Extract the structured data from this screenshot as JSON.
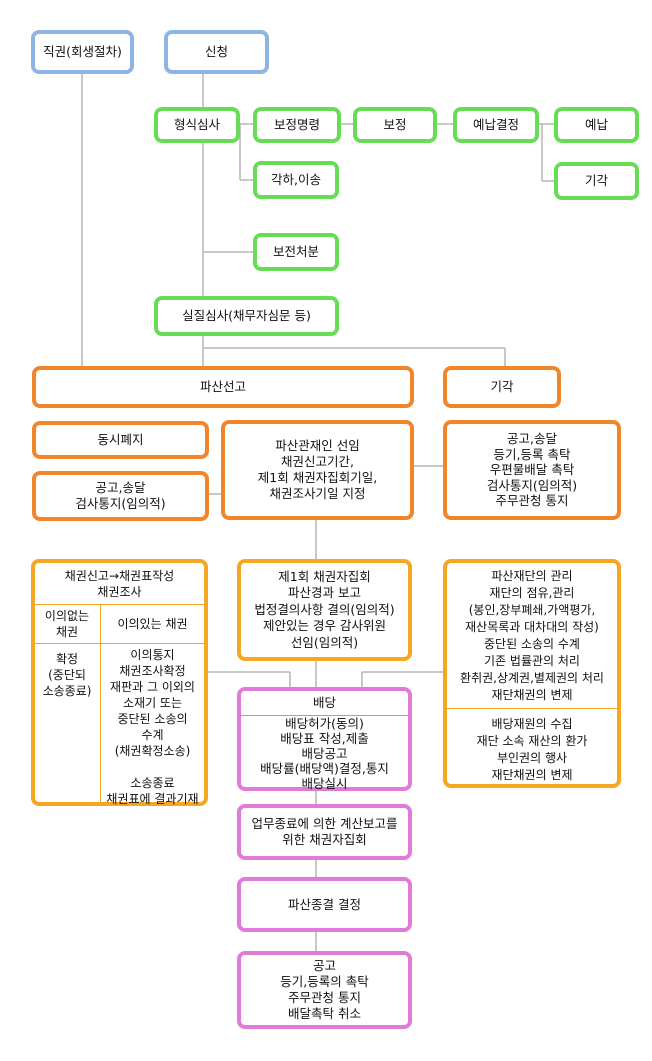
{
  "nodes": {
    "direct": {
      "lines": [
        "직권(회생절차)"
      ]
    },
    "apply": {
      "lines": [
        "신청"
      ]
    },
    "formal_review": {
      "lines": [
        "형식심사"
      ]
    },
    "correction_order": {
      "lines": [
        "보정명령"
      ]
    },
    "correction": {
      "lines": [
        "보정"
      ]
    },
    "deposit_decision": {
      "lines": [
        "예납결정"
      ]
    },
    "deposit": {
      "lines": [
        "예납"
      ]
    },
    "dismiss_transfer": {
      "lines": [
        "각하,이송"
      ]
    },
    "rejection_top": {
      "lines": [
        "기각"
      ]
    },
    "preservation": {
      "lines": [
        "보전처분"
      ]
    },
    "substantive_review": {
      "lines": [
        "실질심사(채무자심문 등)"
      ]
    },
    "bankruptcy_declaration": {
      "lines": [
        "파산선고"
      ]
    },
    "rejection_mid": {
      "lines": [
        "기각"
      ]
    },
    "simultaneous_abolition": {
      "lines": [
        "동시폐지"
      ]
    },
    "notice_left": {
      "lines": [
        "공고,송달",
        "검사통지(임의적)"
      ]
    },
    "trustee_appointment": {
      "lines": [
        "파산관재인 선임",
        "채권신고기간,",
        "제1회 채권자집회기일,",
        "채권조사기일 지정"
      ]
    },
    "notice_right": {
      "lines": [
        "공고,송달",
        "등기,등록 촉탁",
        "우편물배달 촉탁",
        "검사통지(임의적)",
        "주무관청 통지"
      ]
    },
    "first_meeting": {
      "lines": [
        "제1회 채권자집회",
        "파산경과 보고",
        "법정결의사항 결의(임의적)",
        "제안있는 경우 감사위원",
        "선임(임의적)"
      ]
    },
    "estate_management": {
      "top": [
        "파산재단의 관리",
        "재단의 점유,관리",
        "(봉인,장부폐쇄,가액평가,",
        "재산목록과 대차대의 작성)",
        "중단된 소송의 수계",
        "기존 법률관의 처리",
        "환취권,상계권,별제권의 처리",
        "재단채권의 변제"
      ],
      "bottom": [
        "배당재원의 수집",
        "재단 소속 재산의 환가",
        "부인권의 행사",
        "재단채권의 변제"
      ]
    },
    "claims_investigation": {
      "header": [
        "채권신고→채권표작성",
        "채권조사"
      ],
      "col_left_title": [
        "이의없는",
        "채권"
      ],
      "col_right_title": [
        "이의있는 채권"
      ],
      "col_left_body": [
        "확정",
        "(중단되",
        "소송종료)"
      ],
      "col_right_body": [
        "이의통지",
        "채권조사확정",
        "재판과 그 이외의",
        "소재기 또는",
        "중단된 소송의",
        "수계",
        "(채권확정소송)",
        "",
        "소송종료",
        "채권표에 결과기재"
      ]
    },
    "dividend": {
      "title": [
        "배당"
      ],
      "lines": [
        "배당허가(동의)",
        "배당표 작성,제출",
        "배당공고",
        "배당률(배당액)결정,통지",
        "배당실시"
      ]
    },
    "final_meeting": {
      "lines": [
        "업무종료에 의한 계산보고를",
        "위한 채권자집회"
      ]
    },
    "termination": {
      "lines": [
        "파산종결 결정"
      ]
    },
    "final_notice": {
      "lines": [
        "공고",
        "등기,등록의 촉탁",
        "주무관청 통지",
        "배달촉탁 취소"
      ]
    }
  }
}
